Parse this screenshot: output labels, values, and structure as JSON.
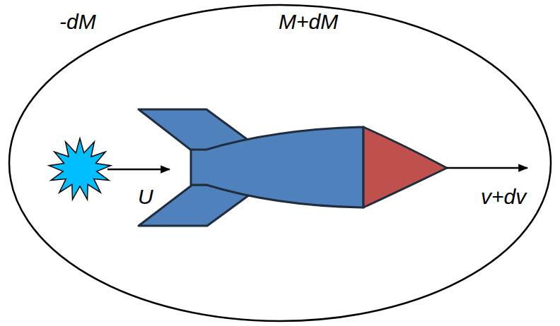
{
  "diagram": {
    "labels": [
      "-dM",
      "M+dM",
      "U",
      "v+dv"
    ]
  }
}
